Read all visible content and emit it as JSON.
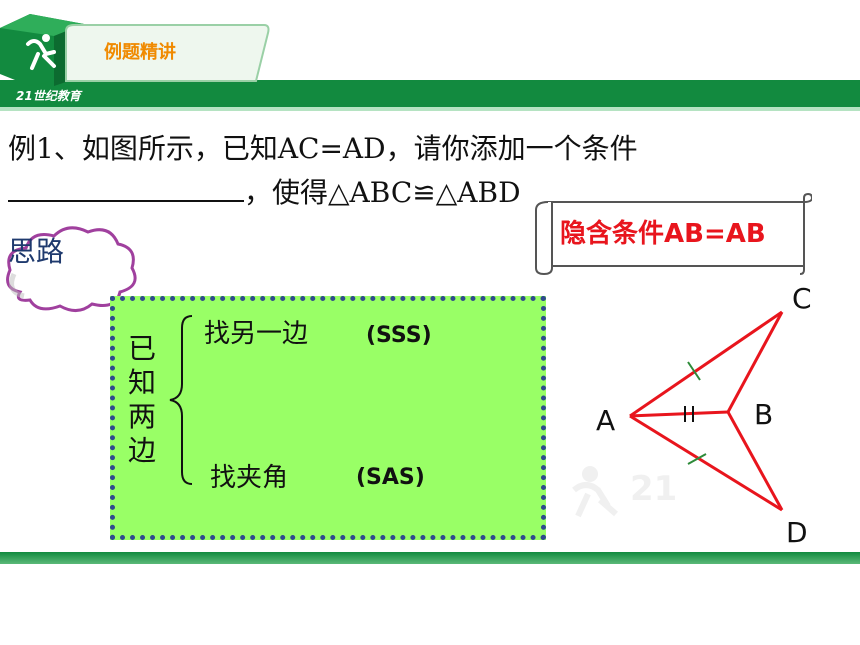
{
  "header": {
    "section_title": "例题精讲",
    "logo_text": "21世纪教育"
  },
  "problem": {
    "line1": "例1、如图所示，已知AC=AD，请你添加一个条件",
    "line2_suffix": "，使得△ABC≌△ABD"
  },
  "hint_scroll": {
    "text": "隐含条件AB=AB"
  },
  "cloud": {
    "label": "思路"
  },
  "analysis": {
    "known_chars": [
      "已",
      "知",
      "两",
      "边"
    ],
    "branches": [
      {
        "text": "找另一边",
        "method": "(SSS)"
      },
      {
        "text": "找夹角",
        "method": "(SAS)"
      }
    ]
  },
  "diagram": {
    "points": {
      "A": "A",
      "B": "B",
      "C": "C",
      "D": "D"
    },
    "line_color": "#e8151d",
    "tick_color": "#2e8b3a"
  },
  "colors": {
    "brand_green": "#128a3f",
    "accent_orange": "#f08a00",
    "highlight_red": "#e8151d",
    "box_green": "#99ff66"
  }
}
